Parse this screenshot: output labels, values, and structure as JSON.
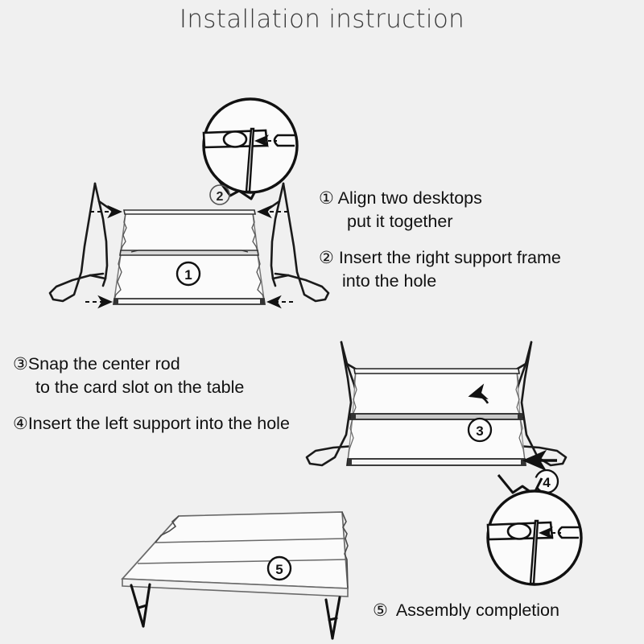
{
  "page": {
    "title": "Installation instruction",
    "background_color": "#f0f0f0",
    "line_color": "#1a1a1a",
    "panel_fill": "#fbfbfb"
  },
  "steps": [
    {
      "number": "1",
      "marker": "①",
      "line1": "Align two desktops",
      "line2": "put it together"
    },
    {
      "number": "2",
      "marker": "②",
      "line1": "Insert the right support frame",
      "line2": "into the hole"
    },
    {
      "number": "3",
      "marker": "③",
      "line1": "Snap the center rod",
      "line2": "to the card slot on the table"
    },
    {
      "number": "4",
      "marker": "④",
      "line1": "Insert the left support into the hole",
      "line2": ""
    },
    {
      "number": "5",
      "marker": "⑤",
      "line1": "Assembly completion",
      "line2": ""
    }
  ],
  "diagram_markers": {
    "d1_tabletop": "1",
    "d1_callout": "2",
    "d2_center_rod": "3",
    "d2_left_support": "4",
    "d3_finished_table": "5"
  },
  "figures": [
    {
      "name": "figure-step-1-2",
      "caption_markers": [
        "1",
        "2"
      ],
      "description": "Two desktop panels aligned together with left and right wire support frames and a magnified callout circle showing the support rod entering the hole"
    },
    {
      "name": "figure-step-3-4",
      "caption_markers": [
        "3",
        "4"
      ],
      "description": "Frame assembled with center rod snapped into card slot and left support being inserted; magnified callout circle shows rod and hole"
    },
    {
      "name": "figure-step-5",
      "caption_markers": [
        "5"
      ],
      "description": "Completed low folding table in perspective with two V shaped legs"
    }
  ]
}
